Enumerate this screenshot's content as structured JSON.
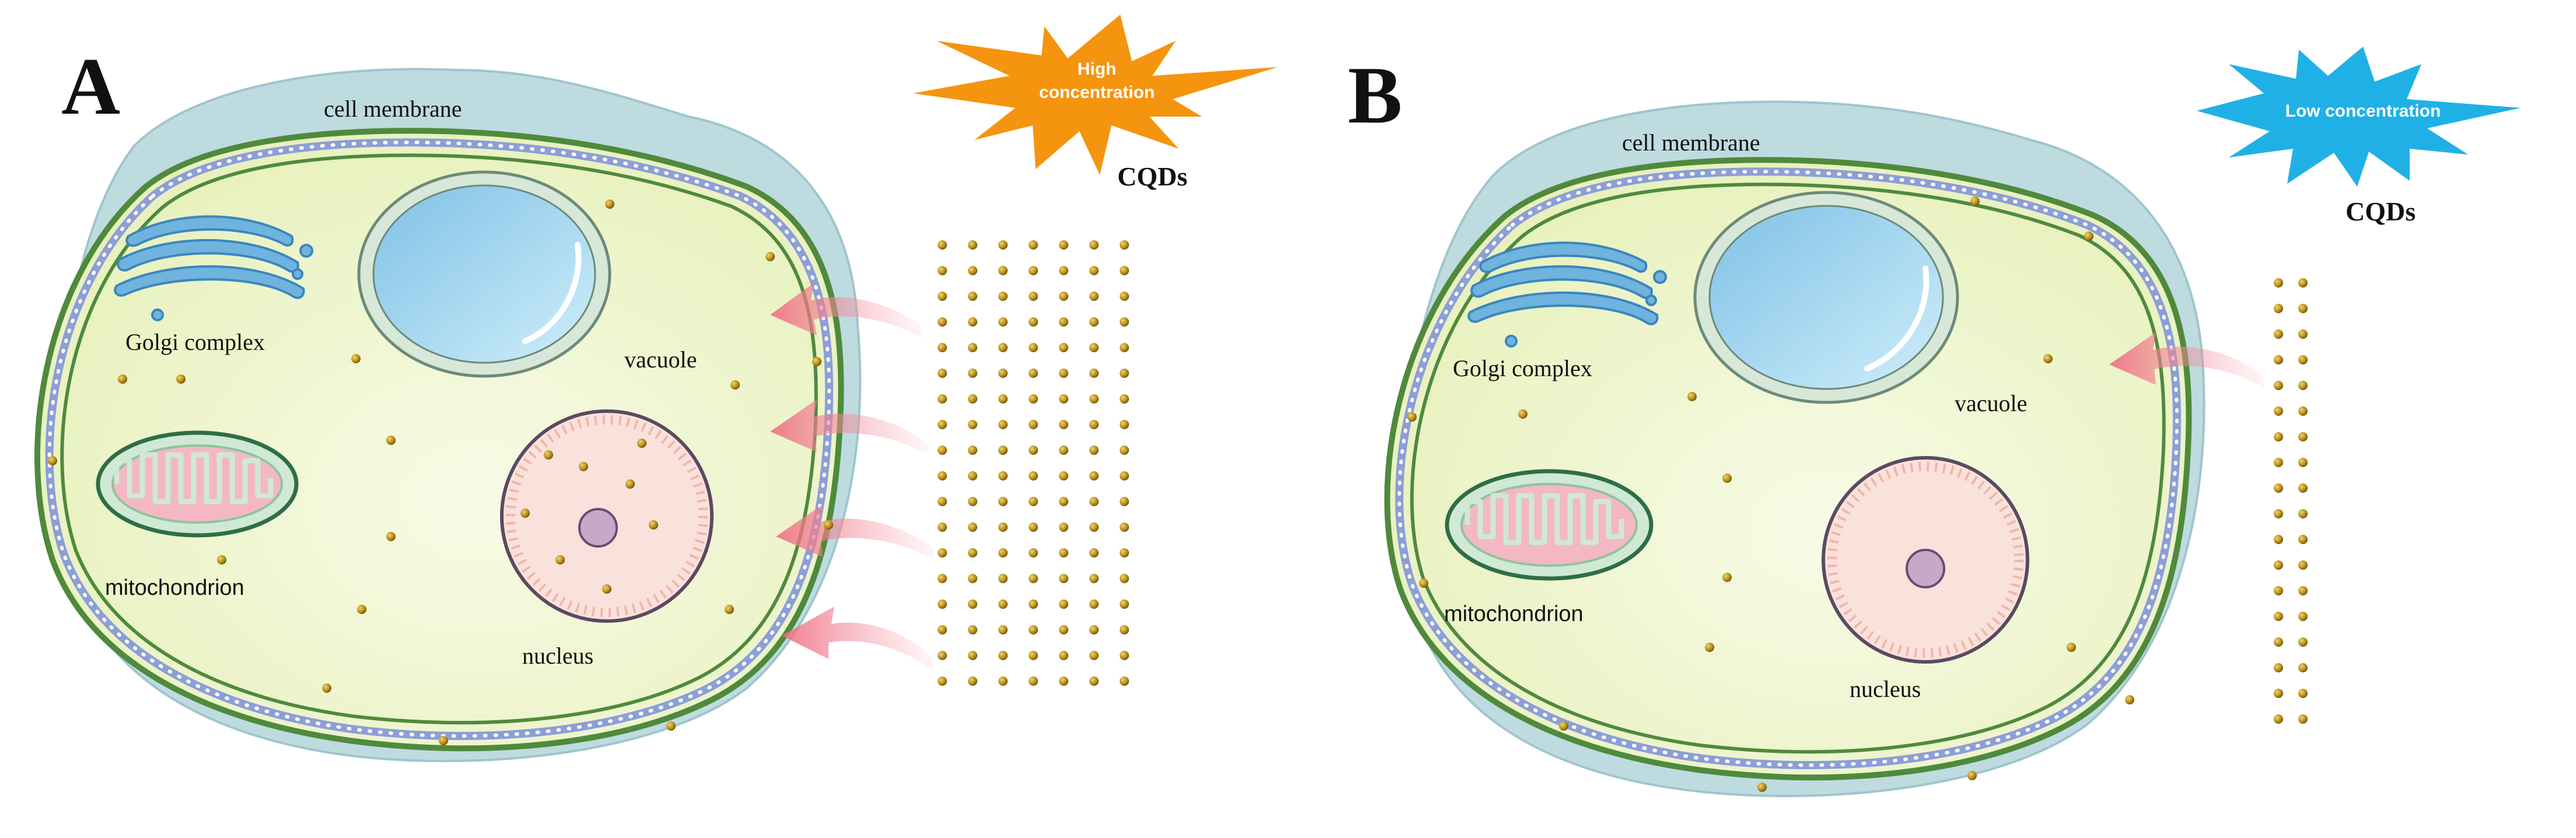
{
  "panels": [
    {
      "letter": "A",
      "burst_label_lines": [
        "High",
        "concentration"
      ],
      "burst_color": "#f5940f",
      "cqds_label": "CQDs",
      "organelles": {
        "cell_membrane": "cell membrane",
        "golgi": "Golgi complex",
        "vacuole": "vacuole",
        "mitochondrion": "mitochondrion",
        "nucleus": "nucleus"
      }
    },
    {
      "letter": "B",
      "burst_label_lines": [
        "Low concentration"
      ],
      "burst_color": "#1fb1e6",
      "cqds_label": "CQDs",
      "organelles": {
        "cell_membrane": "cell membrane",
        "golgi": "Golgi complex",
        "vacuole": "vacuole",
        "mitochondrion": "mitochondrion",
        "nucleus": "nucleus"
      }
    }
  ],
  "colors": {
    "cytoplasm": "#eef6c9",
    "outer_cover": "#a9cfd6",
    "membrane_blue": "#8d9ed8",
    "membrane_green": "#4f8a3c",
    "cqd_dot": "#b8901a",
    "arrow": "#f28b98",
    "vacuole": "#a9d8f0",
    "mito_outer": "#cfe9d4",
    "mito_inner": "#f3b8c3",
    "nucleus": "#f9e1dc",
    "golgi": "#6fb3de"
  }
}
